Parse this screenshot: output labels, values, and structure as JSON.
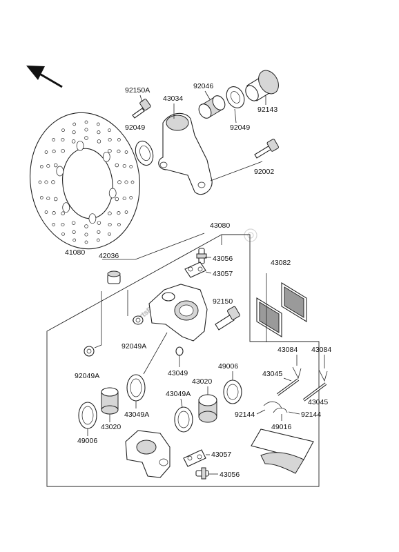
{
  "watermark": "PartsRepublik",
  "parts": {
    "p41080": "41080",
    "p92150A": "92150A",
    "p92049_top": "92049",
    "p43034": "43034",
    "p92046": "92046",
    "p92049_right": "92049",
    "p92143": "92143",
    "p92002": "92002",
    "p43080": "43080",
    "p42036": "42036",
    "p43056_top": "43056",
    "p43057_top": "43057",
    "p43082": "43082",
    "p92150": "92150",
    "p92049A_mid": "92049A",
    "p92049A_left": "92049A",
    "p43049": "43049",
    "p49006_right": "49006",
    "p43020_right": "43020",
    "p43049A_right": "43049A",
    "p43049A_left": "43049A",
    "p43020_left": "43020",
    "p49006_left": "49006",
    "p43084_a": "43084",
    "p43084_b": "43084",
    "p43045_a": "43045",
    "p43045_b": "43045",
    "p92144_a": "92144",
    "p92144_b": "92144",
    "p49016": "49016",
    "p43057_bottom": "43057",
    "p43056_bottom": "43056"
  }
}
